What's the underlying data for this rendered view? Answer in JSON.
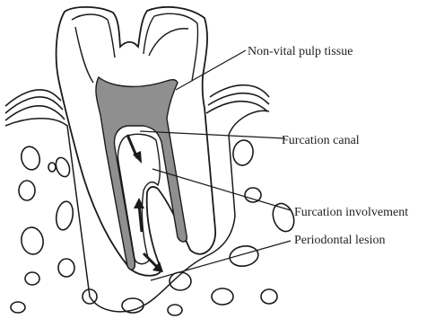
{
  "labels": {
    "pulp": "Non-vital pulp tissue",
    "canal": "Furcation canal",
    "involvement": "Furcation involvement",
    "lesion": "Periodontal lesion"
  },
  "colors": {
    "line": "#1a1a1a",
    "pulp_fill": "#8f8f8f",
    "bone_fill": "#ffffff",
    "background": "#ffffff"
  }
}
